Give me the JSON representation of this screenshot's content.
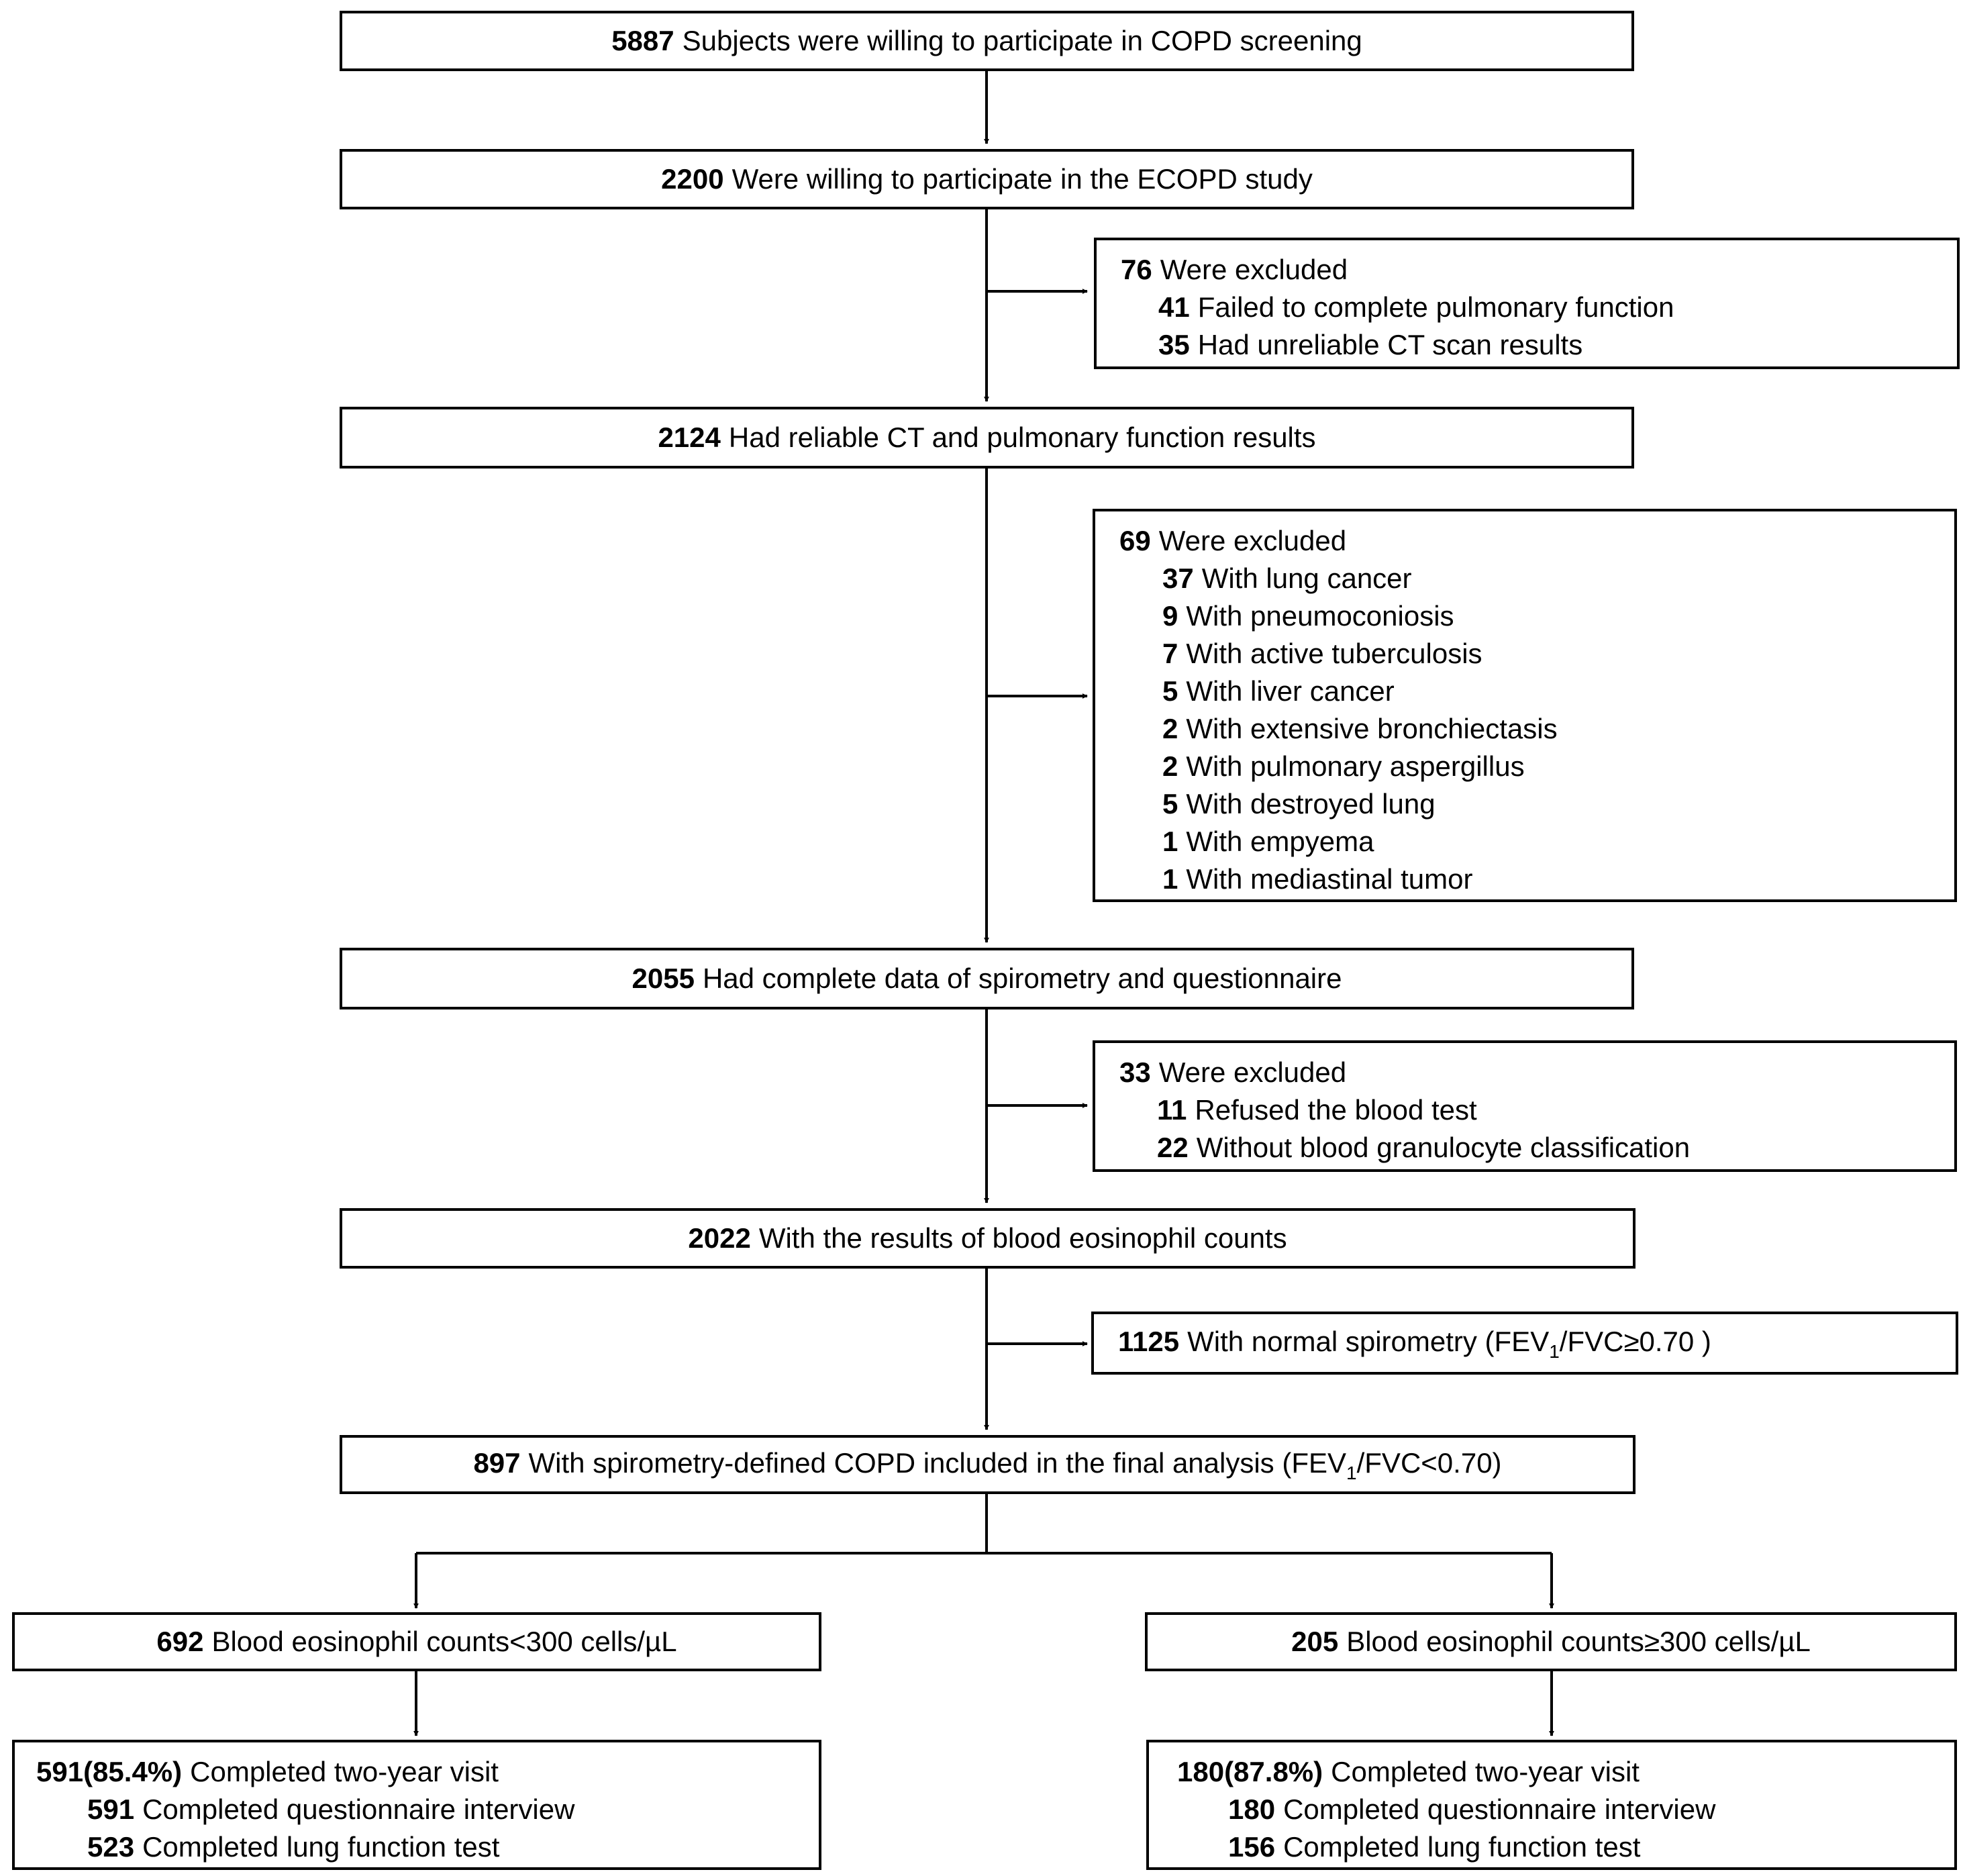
{
  "boxes": {
    "screening": {
      "count": "5887",
      "text": "Subjects were willing to participate in COPD screening"
    },
    "ecopd": {
      "count": "2200",
      "text": "Were willing to participate in the ECOPD study"
    },
    "excl1": {
      "count": "76",
      "text": "Were excluded",
      "items": [
        {
          "count": "41",
          "text": "Failed to complete pulmonary function"
        },
        {
          "count": "35",
          "text": "Had unreliable CT scan results"
        }
      ]
    },
    "reliable": {
      "count": "2124",
      "text": "Had reliable CT and pulmonary function results"
    },
    "excl2": {
      "count": "69",
      "text": "Were excluded",
      "items": [
        {
          "count": "37",
          "text": "With lung cancer"
        },
        {
          "count": "9",
          "text": "With pneumoconiosis"
        },
        {
          "count": "7",
          "text": "With active tuberculosis"
        },
        {
          "count": "5",
          "text": "With liver cancer"
        },
        {
          "count": "2",
          "text": "With extensive bronchiectasis"
        },
        {
          "count": "2",
          "text": "With pulmonary aspergillus"
        },
        {
          "count": "5",
          "text": "With destroyed lung"
        },
        {
          "count": "1",
          "text": "With empyema"
        },
        {
          "count": "1",
          "text": "With mediastinal tumor"
        }
      ]
    },
    "complete": {
      "count": "2055",
      "text": "Had complete data of spirometry and questionnaire"
    },
    "excl3": {
      "count": "33",
      "text": "Were excluded",
      "items": [
        {
          "count": "11",
          "text": "Refused the blood test"
        },
        {
          "count": "22",
          "text": "Without blood granulocyte classification"
        }
      ]
    },
    "eos": {
      "count": "2022",
      "text": "With the results of blood eosinophil counts"
    },
    "normal": {
      "count": "1125",
      "text_before": "With normal spirometry (FEV",
      "subscript": "1",
      "text_after": "/FVC≥0.70 )"
    },
    "copd": {
      "count": "897",
      "text_before": "With spirometry-defined COPD included in the final analysis (FEV",
      "subscript": "1",
      "text_after": "/FVC<0.70)"
    },
    "low": {
      "count": "692",
      "text": "Blood eosinophil counts<300 cells/µL"
    },
    "high": {
      "count": "205",
      "text": "Blood eosinophil counts≥300 cells/µL"
    },
    "low_follow": {
      "count": "591(85.4%)",
      "text": "Completed two-year visit",
      "items": [
        {
          "count": "591",
          "text": "Completed questionnaire interview"
        },
        {
          "count": "523",
          "text": "Completed lung function test"
        }
      ]
    },
    "high_follow": {
      "count": "180(87.8%)",
      "text": "Completed two-year visit",
      "items": [
        {
          "count": "180",
          "text": "Completed questionnaire interview"
        },
        {
          "count": "156",
          "text": "Completed lung function test"
        }
      ]
    }
  }
}
